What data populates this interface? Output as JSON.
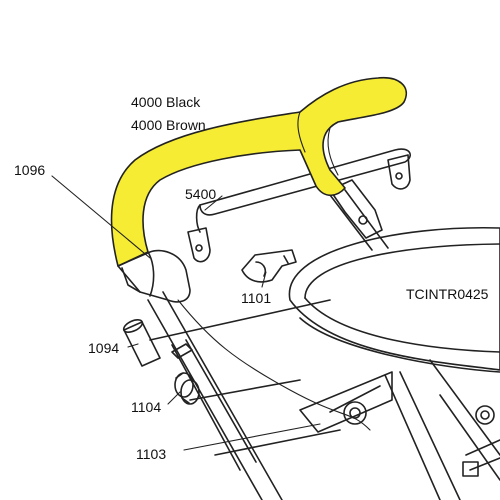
{
  "diagram": {
    "highlight_color": "#f6ec33",
    "part_labels": {
      "handlebar_line1": "4000 Black",
      "handlebar_line2": "4000 Brown",
      "p1096": "1096",
      "p5400": "5400",
      "p1101": "1101",
      "p1094": "1094",
      "p1104": "1104",
      "p1103": "1103",
      "tray": "TCINTR0425"
    }
  }
}
